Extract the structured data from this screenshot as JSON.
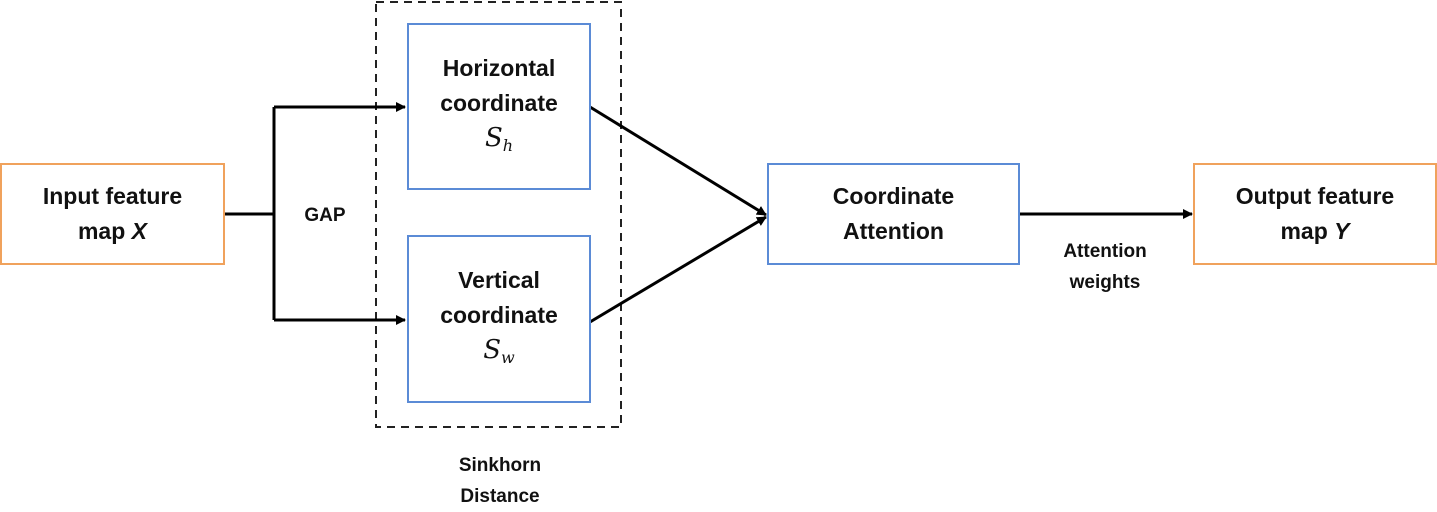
{
  "input_box": {
    "line1": "Input feature",
    "line2_prefix": "map ",
    "var": "X"
  },
  "horizontal_box": {
    "line1": "Horizontal",
    "line2": "coordinate",
    "symbol": "S",
    "subscript": "h"
  },
  "vertical_box": {
    "line1": "Vertical",
    "line2": "coordinate",
    "symbol": "S",
    "subscript": "w"
  },
  "attention_box": {
    "line1": "Coordinate",
    "line2": "Attention"
  },
  "output_box": {
    "line1": "Output feature",
    "line2_prefix": "map ",
    "var": "Y"
  },
  "labels": {
    "gap": "GAP",
    "attention_weights_1": "Attention",
    "attention_weights_2": "weights",
    "sinkhorn_1": "Sinkhorn",
    "sinkhorn_2": "Distance"
  },
  "colors": {
    "io_border": "#f0a25c",
    "module_border": "#5b8bd6",
    "arrow": "#000000"
  }
}
